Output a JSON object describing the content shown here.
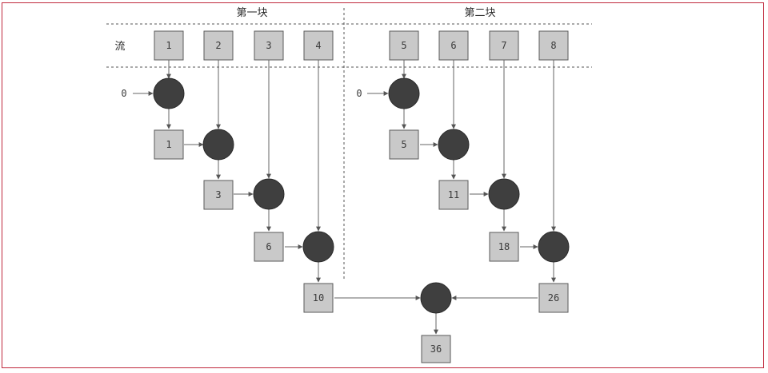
{
  "headers": {
    "block1": "第一块",
    "block2": "第二块",
    "stream": "流"
  },
  "stream_values": [
    "1",
    "2",
    "3",
    "4",
    "5",
    "6",
    "7",
    "8"
  ],
  "initial_values": [
    "0",
    "0"
  ],
  "block1_partial_sums": [
    "1",
    "3",
    "6",
    "10"
  ],
  "block2_partial_sums": [
    "5",
    "11",
    "18",
    "26"
  ],
  "final_result": "36"
}
